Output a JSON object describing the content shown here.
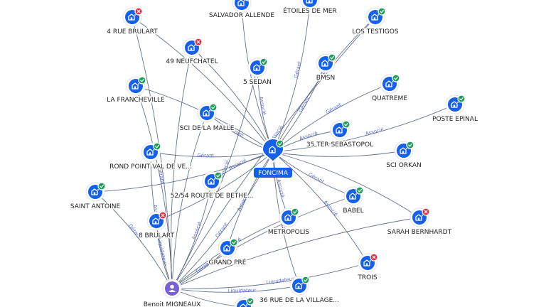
{
  "center": {
    "id": "foncima",
    "label": "FONCIMA"
  },
  "nodes": [
    {
      "id": "rue_brulart",
      "label": "4 RUE BRULART",
      "status": "ko"
    },
    {
      "id": "salvador",
      "label": "SALVADOR ALLENDE",
      "status": "ok"
    },
    {
      "id": "etoiles",
      "label": "ÉTOILES DE MER",
      "status": "ok"
    },
    {
      "id": "testigos",
      "label": "LOS TESTIGOS",
      "status": "ok"
    },
    {
      "id": "neufchatel",
      "label": "49 NEUFCHATEL",
      "status": "ko"
    },
    {
      "id": "sedan",
      "label": "5 SEDAN",
      "status": "ok"
    },
    {
      "id": "bmsn",
      "label": "BMSN",
      "status": "ok"
    },
    {
      "id": "quatreme",
      "label": "QUATREME",
      "status": "ok"
    },
    {
      "id": "francheville",
      "label": "LA FRANCHEVILLE",
      "status": "ok"
    },
    {
      "id": "malle",
      "label": "SCI DE LA MALLE",
      "status": "ok"
    },
    {
      "id": "poste",
      "label": "POSTE EPINAL",
      "status": "ok"
    },
    {
      "id": "sebastopol",
      "label": "35 TER SEBASTOPOL",
      "status": "ok"
    },
    {
      "id": "orkan",
      "label": "SCI ORKAN",
      "status": "ok"
    },
    {
      "id": "rondpoint",
      "label": "ROND POINT VAL DE VE...",
      "status": "ok"
    },
    {
      "id": "bethe",
      "label": "52/54 ROUTE DE BETHE...",
      "status": "ok"
    },
    {
      "id": "antoine",
      "label": "SAINT ANTOINE",
      "status": "ok"
    },
    {
      "id": "babel",
      "label": "BABEL",
      "status": "ok"
    },
    {
      "id": "brulart8",
      "label": "8 BRULART",
      "status": "ko"
    },
    {
      "id": "metropolis",
      "label": "METROPOLIS",
      "status": "ok"
    },
    {
      "id": "sarah",
      "label": "SARAH BERNHARDT",
      "status": "ko"
    },
    {
      "id": "grandpre",
      "label": "GRAND PRÉ",
      "status": "ok"
    },
    {
      "id": "trois",
      "label": "TROIS",
      "status": "ko"
    },
    {
      "id": "village",
      "label": "36 RUE DE LA VILLAGE...",
      "status": "ok"
    },
    {
      "id": "extra",
      "label": "",
      "status": "ok"
    }
  ],
  "person": {
    "id": "benoit",
    "label": "Benoit MIGNEAUX"
  },
  "edges": [
    {
      "from": "foncima",
      "to": "rue_brulart",
      "label": ""
    },
    {
      "from": "foncima",
      "to": "salvador",
      "label": ""
    },
    {
      "from": "foncima",
      "to": "etoiles",
      "label": "Gérant"
    },
    {
      "from": "foncima",
      "to": "testigos",
      "label": "Associé"
    },
    {
      "from": "foncima",
      "to": "neufchatel",
      "label": ""
    },
    {
      "from": "foncima",
      "to": "sedan",
      "label": "Associé"
    },
    {
      "from": "foncima",
      "to": "bmsn",
      "label": "Gérant"
    },
    {
      "from": "foncima",
      "to": "quatreme",
      "label": "Gérant"
    },
    {
      "from": "foncima",
      "to": "francheville",
      "label": ""
    },
    {
      "from": "foncima",
      "to": "malle",
      "label": "Gérant"
    },
    {
      "from": "foncima",
      "to": "poste",
      "label": "Associé"
    },
    {
      "from": "foncima",
      "to": "sebastopol",
      "label": "Associé"
    },
    {
      "from": "foncima",
      "to": "orkan",
      "label": ""
    },
    {
      "from": "foncima",
      "to": "rondpoint",
      "label": "Gérant"
    },
    {
      "from": "foncima",
      "to": "bethe",
      "label": "Associé"
    },
    {
      "from": "foncima",
      "to": "antoine",
      "label": ""
    },
    {
      "from": "foncima",
      "to": "babel",
      "label": "Gérant"
    },
    {
      "from": "foncima",
      "to": "brulart8",
      "label": ""
    },
    {
      "from": "foncima",
      "to": "metropolis",
      "label": "Associé"
    },
    {
      "from": "foncima",
      "to": "sarah",
      "label": ""
    },
    {
      "from": "foncima",
      "to": "grandpre",
      "label": "Associé"
    },
    {
      "from": "foncima",
      "to": "trois",
      "label": "Associé"
    },
    {
      "from": "foncima",
      "to": "village",
      "label": "Gérant"
    },
    {
      "from": "foncima",
      "to": "benoit",
      "label": "Gérant"
    },
    {
      "from": "benoit",
      "to": "rue_brulart",
      "label": ""
    },
    {
      "from": "benoit",
      "to": "neufchatel",
      "label": ""
    },
    {
      "from": "benoit",
      "to": "francheville",
      "label": "Gérant"
    },
    {
      "from": "benoit",
      "to": "rondpoint",
      "label": "Associé"
    },
    {
      "from": "benoit",
      "to": "antoine",
      "label": "Gérant"
    },
    {
      "from": "benoit",
      "to": "brulart8",
      "label": "Liquidateur"
    },
    {
      "from": "benoit",
      "to": "grandpre",
      "label": "Gérant"
    },
    {
      "from": "benoit",
      "to": "metropolis",
      "label": "Associé"
    },
    {
      "from": "benoit",
      "to": "trois",
      "label": "Liquidateur"
    },
    {
      "from": "benoit",
      "to": "sarah",
      "label": ""
    },
    {
      "from": "benoit",
      "to": "village",
      "label": "Liquidateur"
    },
    {
      "from": "benoit",
      "to": "babel",
      "label": ""
    },
    {
      "from": "benoit",
      "to": "bethe",
      "label": "Associé"
    },
    {
      "from": "benoit",
      "to": "malle",
      "label": ""
    },
    {
      "from": "benoit",
      "to": "sedan",
      "label": "Associé"
    },
    {
      "from": "benoit",
      "to": "testigos",
      "label": "Associé"
    },
    {
      "from": "benoit",
      "to": "extra",
      "label": ""
    }
  ]
}
